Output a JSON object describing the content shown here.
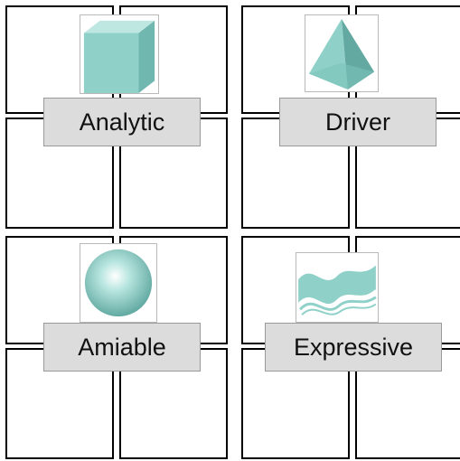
{
  "quadrants": [
    {
      "label": "Analytic",
      "icon": "cube-icon"
    },
    {
      "label": "Driver",
      "icon": "pyramid-icon"
    },
    {
      "label": "Amiable",
      "icon": "sphere-icon"
    },
    {
      "label": "Expressive",
      "icon": "wave-icon"
    }
  ],
  "colors": {
    "shape": "#8fd1c9",
    "shape_dark": "#63a9a1",
    "label_bg": "#dcdcdc"
  }
}
